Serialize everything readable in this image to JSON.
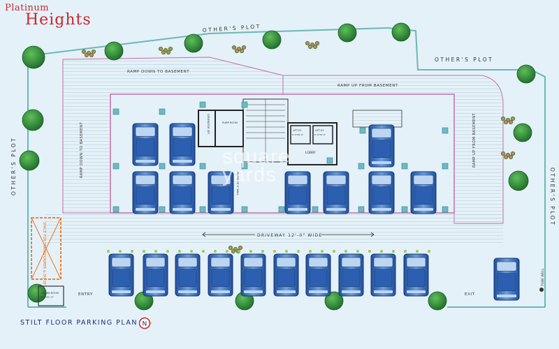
{
  "brand": {
    "line1": "Platinum",
    "line2": "Heights"
  },
  "watermark": {
    "line1": "square",
    "line2": "yards"
  },
  "caption": "STILT FLOOR PARKING PLAN",
  "north_letter": "N",
  "labels": {
    "others_plot_top": "OTHER'S PLOT",
    "others_plot_right_top": "OTHER'S PLOT",
    "others_plot_left": "OTHER'S PLOT",
    "others_plot_right": "OTHER'S PLOT",
    "ramp_down_basement": "RAMP DOWN TO BASEMENT",
    "ramp_up_basement": "RAMP UP FROM BASEMENT",
    "ramp_down_vertical": "RAMP DOWN TO BASEMENT",
    "ramp_up_vertical": "RAMP UP FROM BASEMENT",
    "driveway": "DRIVEWAY 12'-0\" WIDE",
    "entry": "ENTRY",
    "exit": "EXIT",
    "tube_well": "TUBE WELL",
    "lobby": "LOBBY",
    "lift1": "LIFT-01",
    "lift2": "LIFT-02",
    "lift_size": "6'-0\"X6'-6\"",
    "guard_room": "GUARD ROOM",
    "guard_size": "8'-0\"X7'-3\"",
    "transformer": "SPACE FOR TRANSFORMER & DG SET",
    "genset": "GENERATOR SET",
    "pump_room": "PUMP ROOM",
    "wall": "PROPOSED 9\" WALL"
  },
  "colors": {
    "background": "#e4f1f8",
    "brand_red": "#c8262b",
    "car_blue": "#3f79c8",
    "compound_wall": "#6ab7b7",
    "driveway_edge": "#c46fa8",
    "tree_green": "#2f8a3a",
    "shrub_red": "#e07a5f",
    "caption_blue": "#1e2a7a",
    "transformer_orange": "#e87722"
  }
}
